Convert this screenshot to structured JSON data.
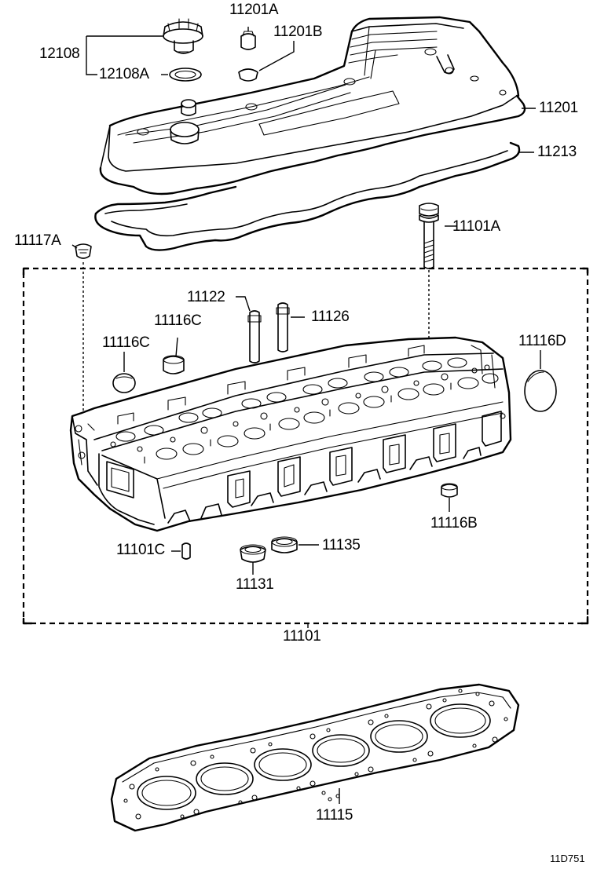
{
  "diagram": {
    "code": "11D751",
    "labels": {
      "p11201A": "11201A",
      "p11201B": "11201B",
      "p12108": "12108",
      "p12108A": "12108A",
      "p11201": "11201",
      "p11213": "11213",
      "p11101A": "11101A",
      "p11117A": "11117A",
      "p11122": "11122",
      "p11126": "11126",
      "p11116C_upper": "11116C",
      "p11116C_lower": "11116C",
      "p11116D": "11116D",
      "p11116B": "11116B",
      "p11101C": "11101C",
      "p11135": "11135",
      "p11131": "11131",
      "p11101": "11101",
      "p11115": "11115"
    }
  }
}
